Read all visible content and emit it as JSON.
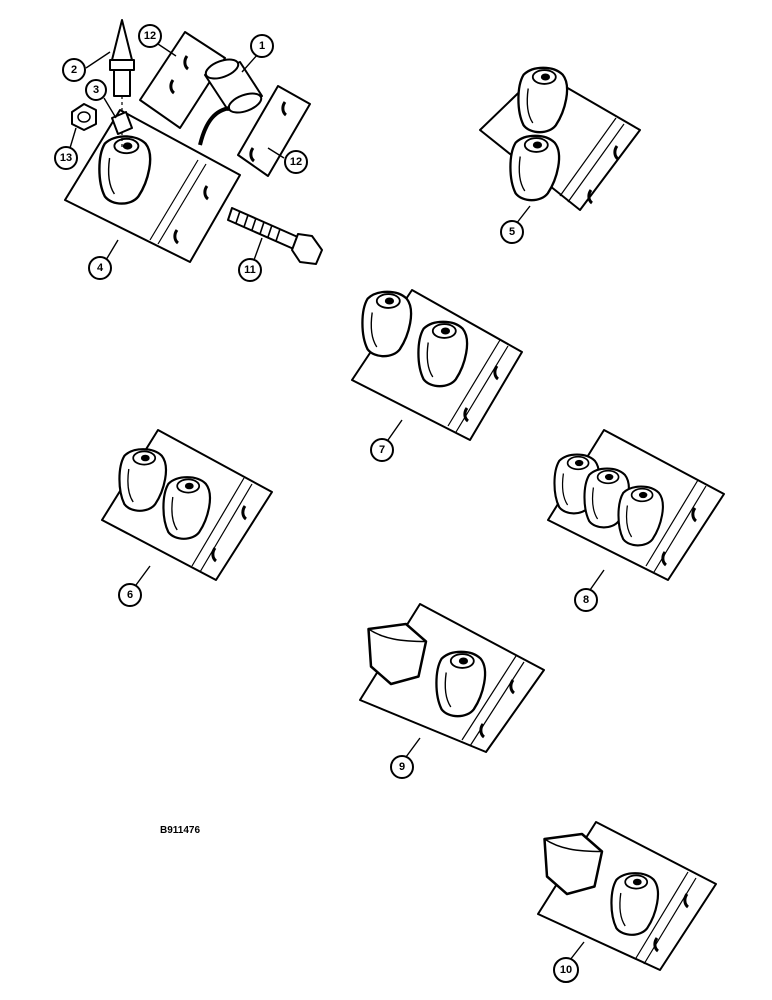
{
  "figure": {
    "reference_code": "B911476",
    "callouts": [
      "1",
      "2",
      "3",
      "4",
      "5",
      "6",
      "7",
      "8",
      "9",
      "10",
      "11",
      "12",
      "12",
      "13"
    ]
  }
}
